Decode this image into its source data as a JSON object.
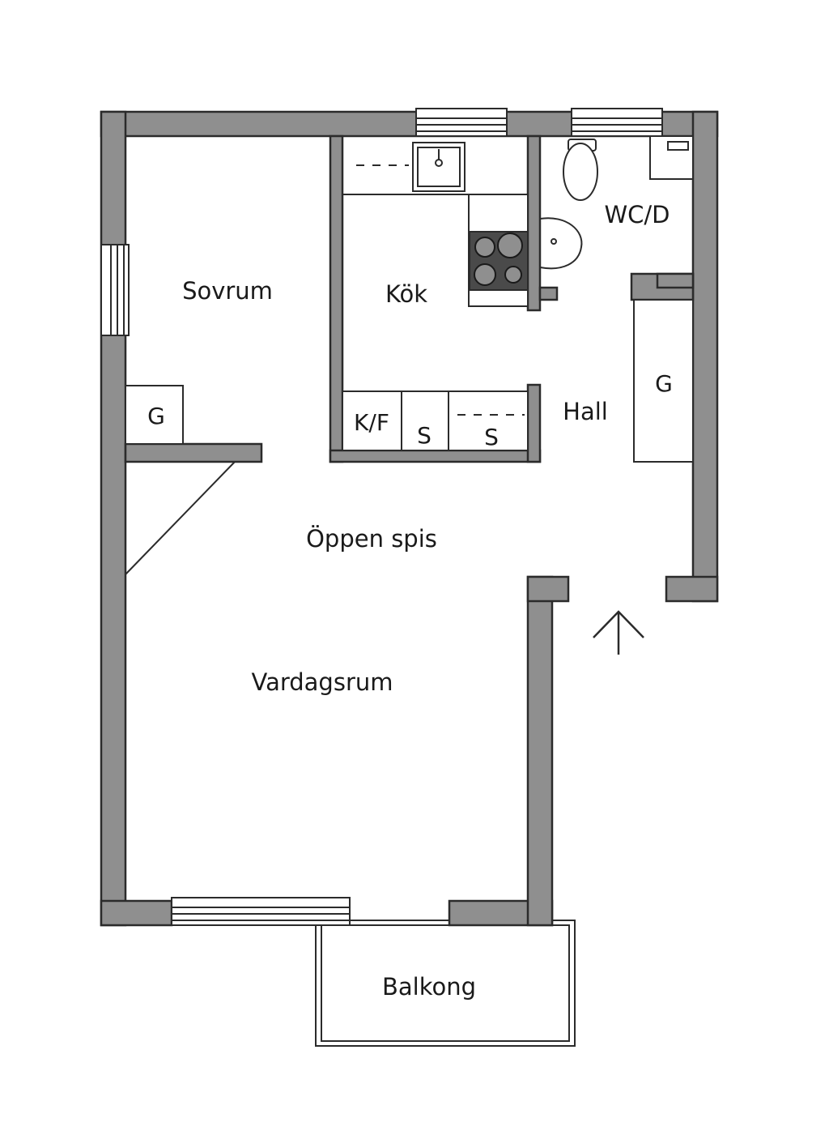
{
  "rooms": {
    "sovrum": "Sovrum",
    "kok": "Kök",
    "wc": "WC/D",
    "hall": "Hall",
    "oppen_spis": "Öppen spis",
    "vardagsrum": "Vardagsrum",
    "balkong": "Balkong"
  },
  "fixtures": {
    "garderob_sovrum": "G",
    "garderob_hall": "G",
    "kyl_frys": "K/F",
    "skap_1": "S",
    "skap_2": "S"
  },
  "colors": {
    "wall": "#8f8f8f",
    "line": "#2b2b2b",
    "stove": "#4a4a4a",
    "background": "#ffffff"
  }
}
